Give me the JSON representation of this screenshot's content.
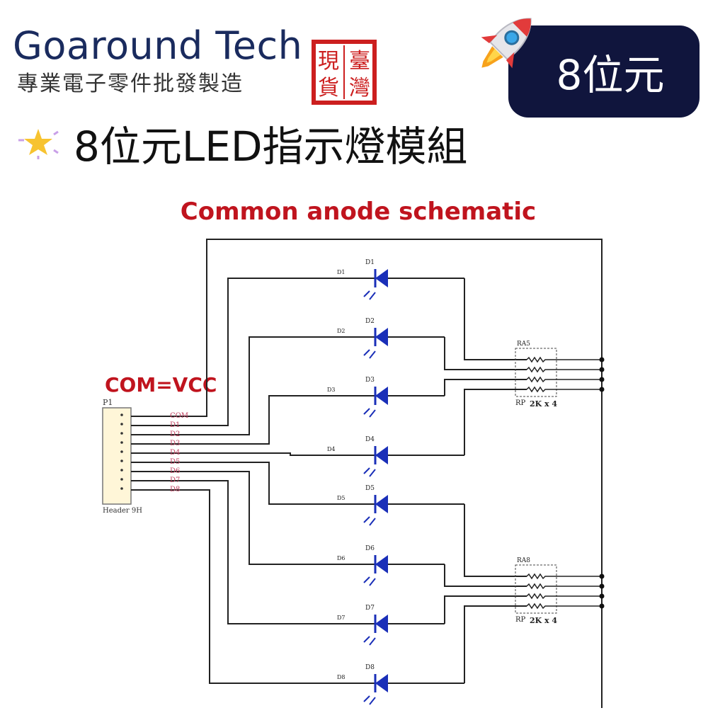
{
  "header": {
    "brand": "Goaround Tech",
    "tagline": "專業電子零件批發製造",
    "seal_text": "臺灣現貨",
    "badge": "8位元"
  },
  "headline": "8位元LED指示燈模組",
  "schematic": {
    "title": "Common anode schematic",
    "com_label": "COM=VCC",
    "header_ref": "P1",
    "header_name": "Header 9H",
    "header_pins": [
      "COM",
      "D1",
      "D2",
      "D3",
      "D4",
      "D5",
      "D6",
      "D7",
      "D8"
    ],
    "leds": [
      {
        "ref": "D1",
        "net": "D1"
      },
      {
        "ref": "D2",
        "net": "D2"
      },
      {
        "ref": "D3",
        "net": "D3"
      },
      {
        "ref": "D4",
        "net": "D4"
      },
      {
        "ref": "D5",
        "net": "D5"
      },
      {
        "ref": "D6",
        "net": "D6"
      },
      {
        "ref": "D7",
        "net": "D7"
      },
      {
        "ref": "D8",
        "net": "D8"
      }
    ],
    "resistor_packs": [
      {
        "ref": "RA5",
        "label": "RP",
        "value": "2K x 4"
      },
      {
        "ref": "RA8",
        "label": "RP",
        "value": "2K x 4"
      }
    ],
    "colors": {
      "title": "#c0141e",
      "led": "#1a2fb8",
      "wire": "#222222"
    }
  }
}
